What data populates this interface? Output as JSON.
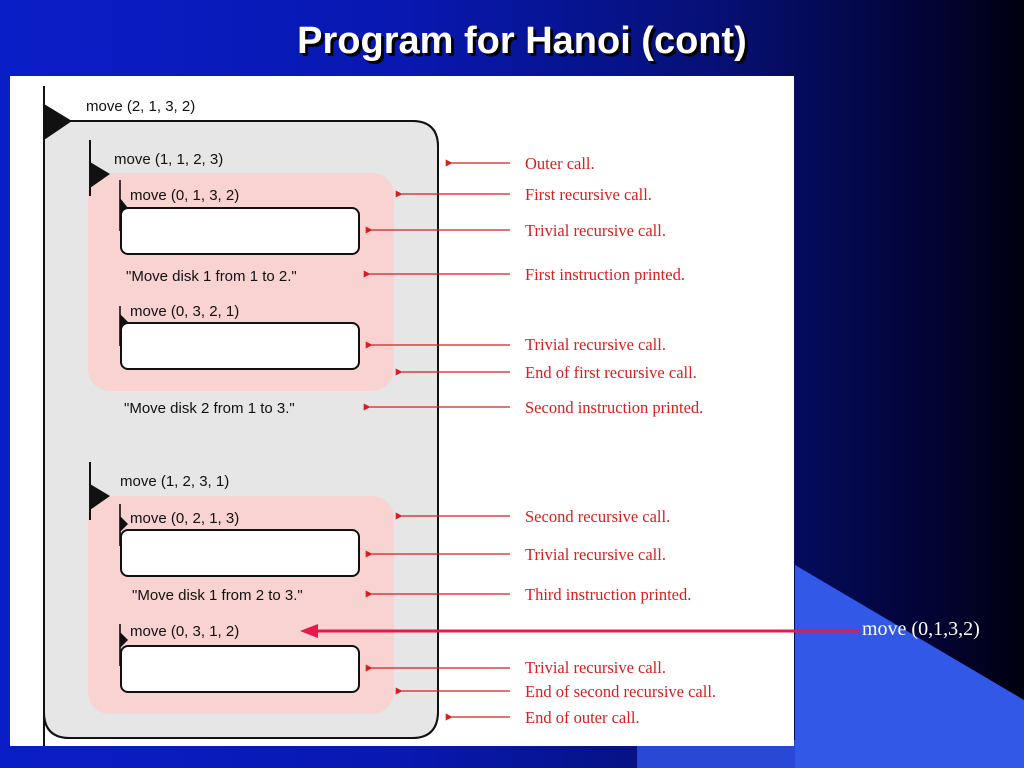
{
  "slide": {
    "title": "Program for Hanoi (cont)"
  },
  "diagram": {
    "calls": {
      "outer": "move (2, 1, 3, 2)",
      "first_level": "move (1, 1, 2, 3)",
      "first_trivial_a": "move (0, 1, 3, 2)",
      "first_trivial_b": "move (0, 3, 2, 1)",
      "second_level": "move (1, 2, 3, 1)",
      "second_trivial_a": "move (0, 2, 1, 3)",
      "second_trivial_b": "move (0, 3, 1, 2)"
    },
    "instructions": {
      "first": "\"Move disk 1 from 1 to 2.\"",
      "second": "\"Move disk 2 from 1 to 3.\"",
      "third": "\"Move disk 1 from 2 to 3.\""
    },
    "annotations": {
      "outer_call": "Outer call.",
      "first_recursive_call": "First recursive call.",
      "trivial_1": "Trivial recursive call.",
      "first_instruction": "First instruction printed.",
      "trivial_2": "Trivial recursive call.",
      "end_first_recursive": "End of first recursive call.",
      "second_instruction": "Second instruction printed.",
      "second_recursive_call": "Second recursive call.",
      "trivial_3": "Trivial recursive call.",
      "third_instruction": "Third instruction printed.",
      "trivial_4": "Trivial recursive call.",
      "end_second_recursive": "End of second recursive call.",
      "end_outer": "End of outer call."
    },
    "callout": "move (0,1,3,2)",
    "colors": {
      "annotation": "#d81e1e",
      "callout_arrow": "#e8184a",
      "outer_box": "#e6e6e6",
      "inner_box": "#f9d2d2"
    }
  }
}
